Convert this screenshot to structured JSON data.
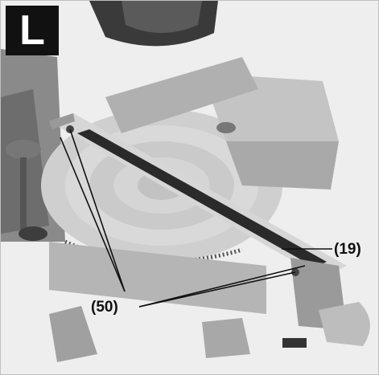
{
  "figure": {
    "label": "L",
    "callouts": {
      "part_19": "(19)",
      "part_50": "(50)"
    }
  },
  "colors": {
    "badge_bg": "#111111",
    "metal": "#c9c9c9",
    "dark_part": "#2a2a2a"
  }
}
